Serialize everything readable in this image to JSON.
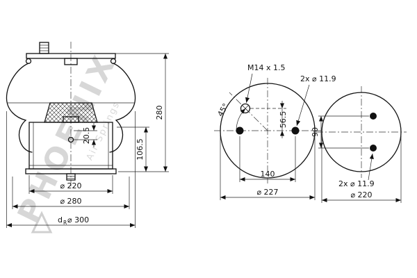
{
  "watermark": {
    "brand": "PHOENIX",
    "tagline": "Air Springs"
  },
  "side_view": {
    "dim_height_total": "280",
    "dim_height_piston": "106.5",
    "dim_port_offset": "20.5",
    "dim_dia_piston": "⌀ 220",
    "dim_dia_plate": "⌀ 280",
    "dr_d": "d",
    "dr_r": "R",
    "dr_dia": "⌀ 300"
  },
  "top_view": {
    "thread_callout": "M14 x 1.5",
    "holes_callout": "2x ⌀ 11.9",
    "dim_angle": "45°",
    "dim_offset": "56.5",
    "dim_hole_spacing": "140",
    "dim_dia": "⌀ 227"
  },
  "bottom_view": {
    "dim_hole_spacing": "90",
    "holes_callout": "2x ⌀ 11.9",
    "dim_dia": "⌀ 220"
  },
  "colors": {
    "ink": "#111111",
    "watermark": "#d7d7d7",
    "background": "#ffffff"
  }
}
